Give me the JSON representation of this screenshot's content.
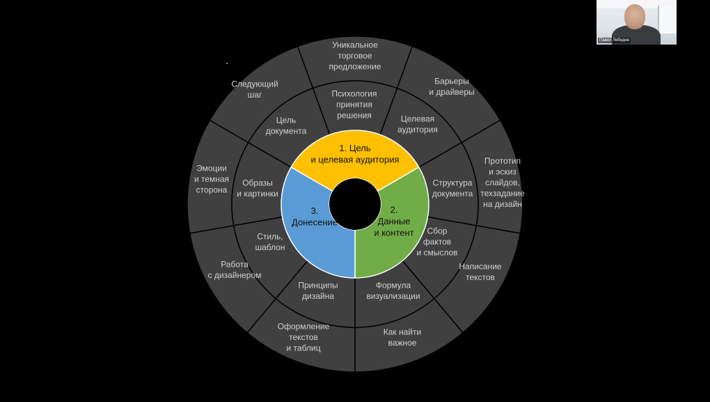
{
  "inner_segments": [
    {
      "lines": [
        "1. Цель",
        "и целевая аудитория"
      ],
      "color": "#FFC000"
    },
    {
      "lines": [
        "2.",
        "Данные",
        "и контент"
      ],
      "color": "#70AD47"
    },
    {
      "lines": [
        "3.",
        "Донесение"
      ],
      "color": "#5B9BD5"
    }
  ],
  "middle_ring": [
    {
      "lines": [
        "Психология",
        "принятия",
        "решения"
      ]
    },
    {
      "lines": [
        "Целевая",
        "аудитория"
      ]
    },
    {
      "lines": [
        "Структура",
        "документа"
      ]
    },
    {
      "lines": [
        "Сбор",
        "фактов",
        "и смыслов"
      ]
    },
    {
      "lines": [
        "Формула",
        "визуализации"
      ]
    },
    {
      "lines": [
        "Принципы",
        "дизайна"
      ]
    },
    {
      "lines": [
        "Стиль,",
        "шаблон"
      ]
    },
    {
      "lines": [
        "Образы",
        "и картинки"
      ]
    },
    {
      "lines": [
        "Цель",
        "документа"
      ]
    }
  ],
  "outer_ring": [
    {
      "lines": [
        "Уникальное",
        "торговое",
        "предложение"
      ]
    },
    {
      "lines": [
        "Барьеры",
        "и драйверы"
      ]
    },
    {
      "lines": [
        "Прототип",
        "и эскиз",
        "слайдов,",
        "техзадание",
        "на дизайн"
      ]
    },
    {
      "lines": [
        "Написание",
        "текстов"
      ]
    },
    {
      "lines": [
        "Как найти",
        "важное"
      ]
    },
    {
      "lines": [
        "Оформление",
        "текстов",
        "и таблиц"
      ]
    },
    {
      "lines": [
        "Работа",
        "с дизайнером"
      ]
    },
    {
      "lines": [
        "Эмоции",
        "и темная",
        "сторона"
      ]
    },
    {
      "lines": [
        "Следующий",
        "шаг"
      ]
    }
  ],
  "colors": {
    "ring_fill": "#404040",
    "ring_stroke": "#000000",
    "hub": "#000000"
  },
  "video": {
    "participant_name": "Павел Лебедев"
  }
}
